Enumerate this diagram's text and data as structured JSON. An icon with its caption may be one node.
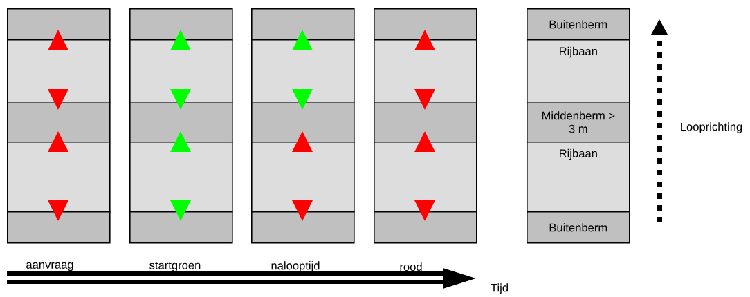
{
  "diagram": {
    "nodes": [
      {
        "text": [],
        "shape": "box"
      },
      {
        "text": [],
        "shape": "box"
      },
      {
        "text": [],
        "shape": "box"
      },
      {
        "text": [],
        "shape": "box"
      },
      {
        "text": [],
        "shape": "box"
      },
      {
        "text": [],
        "shape": "box"
      },
      {
        "text": [],
        "shape": "box"
      },
      {
        "text": [],
        "shape": "box"
      },
      {
        "text": [],
        "shape": "box"
      },
      {
        "text": [],
        "shape": "box"
      },
      {
        "text": [],
        "shape": "box"
      },
      {
        "text": [],
        "shape": "box"
      },
      {
        "text": [],
        "shape": "box"
      },
      {
        "text": [],
        "shape": "box"
      },
      {
        "text": [],
        "shape": "box"
      },
      {
        "text": [],
        "shape": "box"
      },
      {
        "text": [],
        "shape": "box"
      },
      {
        "text": [],
        "shape": "box"
      },
      {
        "text": [],
        "shape": "box"
      },
      {
        "text": [],
        "shape": "box"
      },
      {
        "text": [
          "Buitenberm"
        ]
      },
      {
        "text": [
          "Rijbaan"
        ]
      },
      {
        "text": [
          "Middenberm > 3 m"
        ]
      },
      {
        "text": [
          "Rijbaan"
        ]
      },
      {
        "text": [
          "Buitenberm"
        ]
      }
    ],
    "labels": [
      "Looprichting",
      "aanvraag",
      "startgroen",
      "nalooptijd",
      "rood",
      "Tijd"
    ]
  }
}
